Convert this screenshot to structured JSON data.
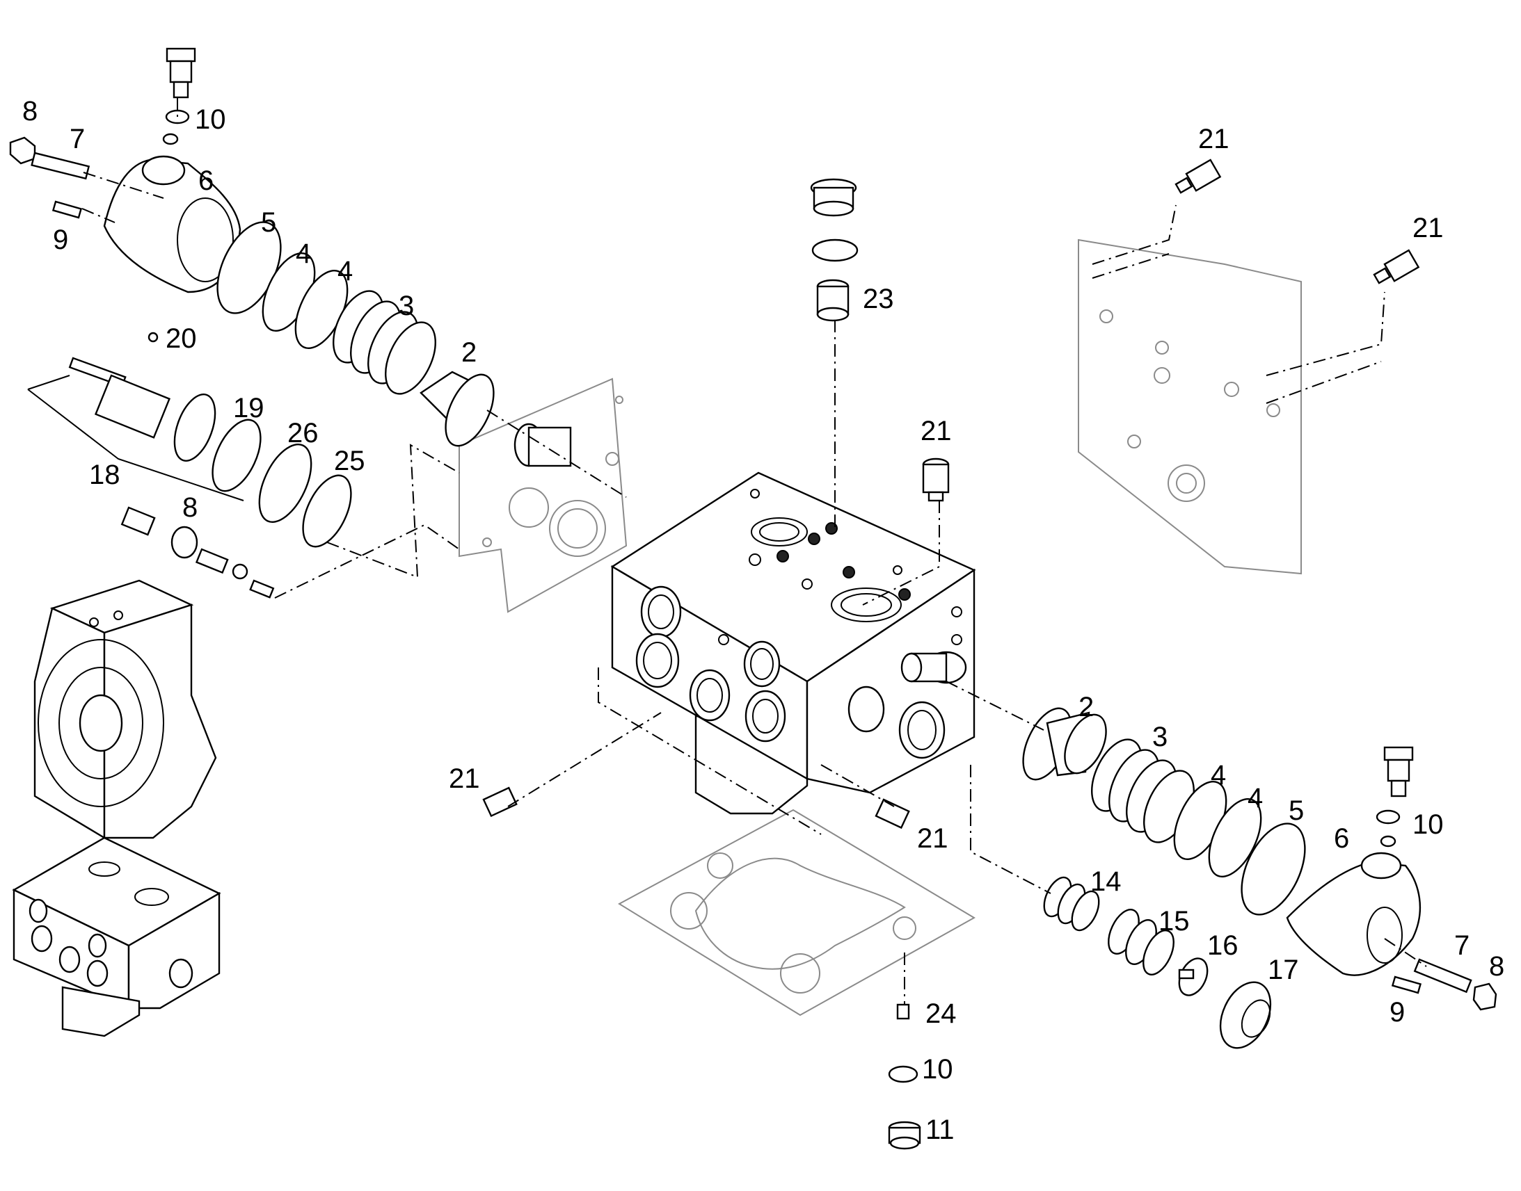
{
  "labels": [
    {
      "id": "l-8a",
      "text": "8"
    },
    {
      "id": "l-7a",
      "text": "7"
    },
    {
      "id": "l-10a",
      "text": "10"
    },
    {
      "id": "l-6a",
      "text": "6"
    },
    {
      "id": "l-9a",
      "text": "9"
    },
    {
      "id": "l-5a",
      "text": "5"
    },
    {
      "id": "l-4a",
      "text": "4"
    },
    {
      "id": "l-4b",
      "text": "4"
    },
    {
      "id": "l-3a",
      "text": "3"
    },
    {
      "id": "l-2a",
      "text": "2"
    },
    {
      "id": "l-20",
      "text": "20"
    },
    {
      "id": "l-19",
      "text": "19"
    },
    {
      "id": "l-26",
      "text": "26"
    },
    {
      "id": "l-25",
      "text": "25"
    },
    {
      "id": "l-18",
      "text": "18"
    },
    {
      "id": "l-8b",
      "text": "8"
    },
    {
      "id": "l-23",
      "text": "23"
    },
    {
      "id": "l-21a",
      "text": "21"
    },
    {
      "id": "l-21b",
      "text": "21"
    },
    {
      "id": "l-21c",
      "text": "21"
    },
    {
      "id": "l-21d",
      "text": "21"
    },
    {
      "id": "l-21e",
      "text": "21"
    },
    {
      "id": "l-2b",
      "text": "2"
    },
    {
      "id": "l-3b",
      "text": "3"
    },
    {
      "id": "l-4c",
      "text": "4"
    },
    {
      "id": "l-4d",
      "text": "4"
    },
    {
      "id": "l-5b",
      "text": "5"
    },
    {
      "id": "l-6b",
      "text": "6"
    },
    {
      "id": "l-10b",
      "text": "10"
    },
    {
      "id": "l-14",
      "text": "14"
    },
    {
      "id": "l-15",
      "text": "15"
    },
    {
      "id": "l-16",
      "text": "16"
    },
    {
      "id": "l-17",
      "text": "17"
    },
    {
      "id": "l-7b",
      "text": "7"
    },
    {
      "id": "l-8c",
      "text": "8"
    },
    {
      "id": "l-9b",
      "text": "9"
    },
    {
      "id": "l-24",
      "text": "24"
    },
    {
      "id": "l-10c",
      "text": "10"
    },
    {
      "id": "l-11",
      "text": "11"
    }
  ]
}
